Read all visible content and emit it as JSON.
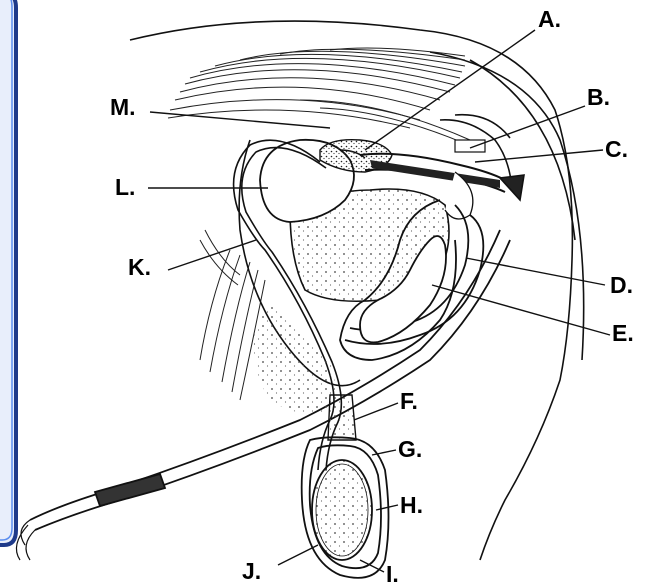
{
  "diagram": {
    "labels": [
      {
        "id": "A",
        "text": "A."
      },
      {
        "id": "B",
        "text": "B."
      },
      {
        "id": "C",
        "text": "C."
      },
      {
        "id": "D",
        "text": "D."
      },
      {
        "id": "E",
        "text": "E."
      },
      {
        "id": "F",
        "text": "F."
      },
      {
        "id": "G",
        "text": "G."
      },
      {
        "id": "H",
        "text": "H."
      },
      {
        "id": "I",
        "text": "I."
      },
      {
        "id": "J",
        "text": "J."
      },
      {
        "id": "K",
        "text": "K."
      },
      {
        "id": "L",
        "text": "L."
      },
      {
        "id": "M",
        "text": "M."
      }
    ],
    "colors": {
      "frame_border": "#1e3a8a",
      "frame_glow": "#5b8def",
      "ink": "#111111",
      "paper": "#ffffff"
    }
  }
}
